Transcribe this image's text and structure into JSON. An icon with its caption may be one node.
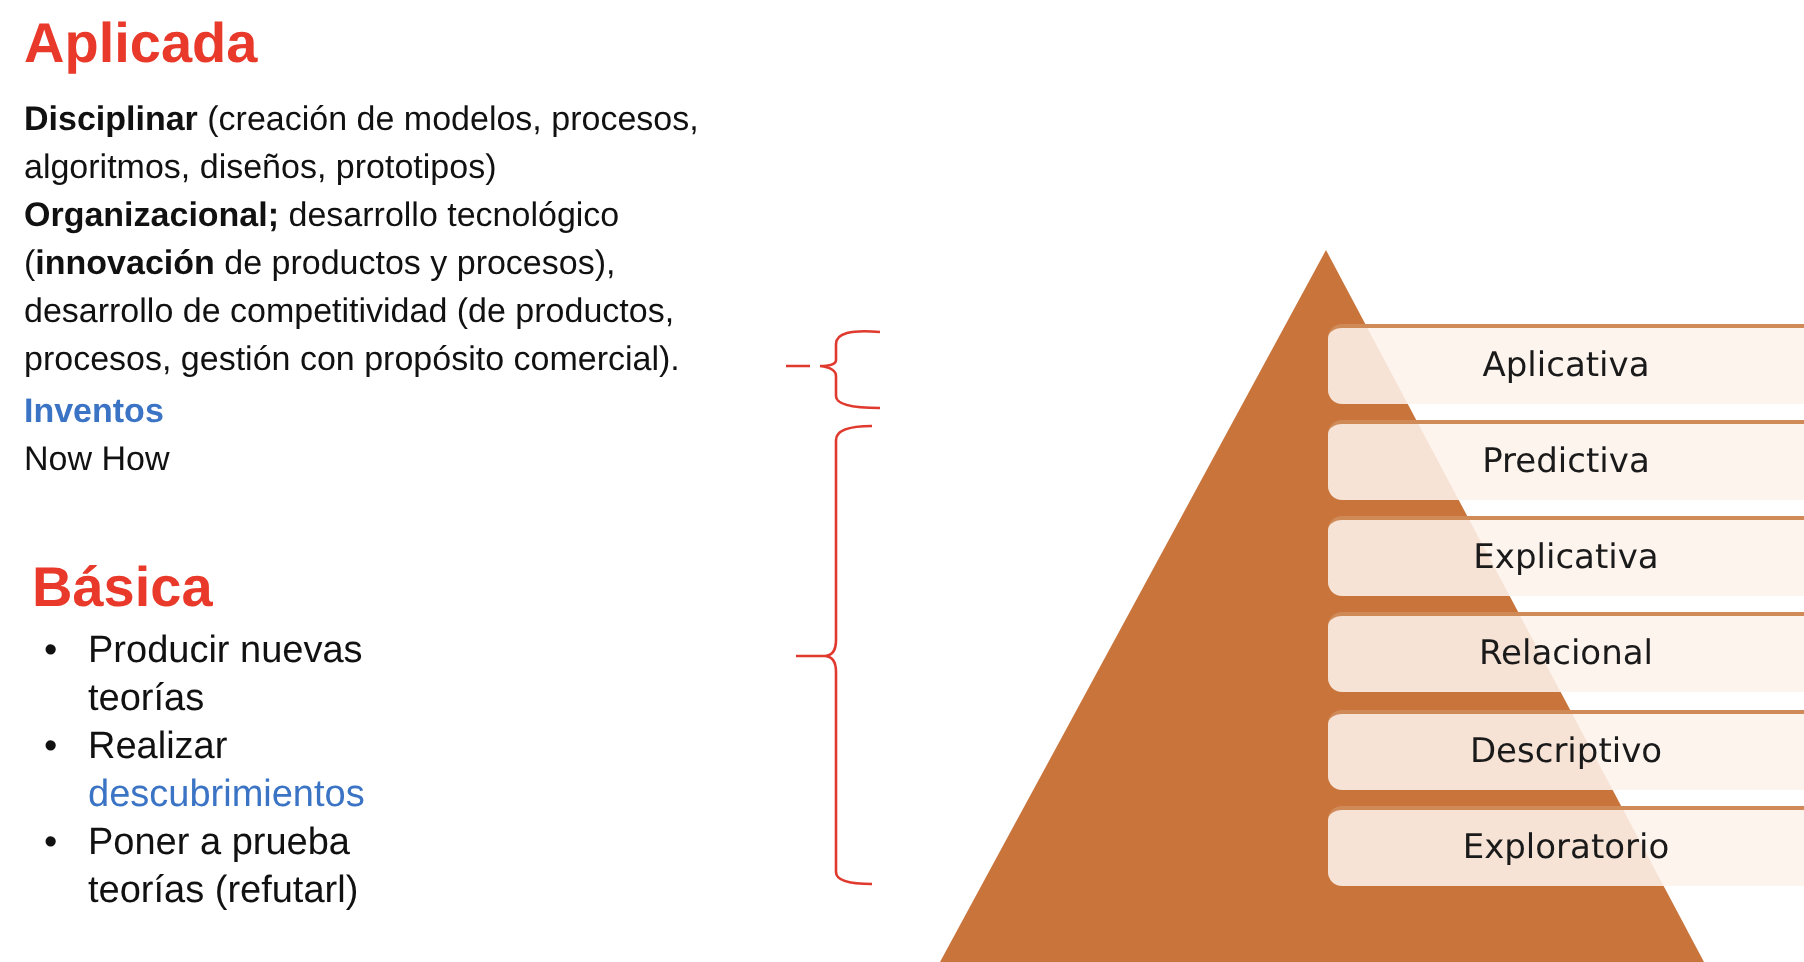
{
  "diagram": {
    "nodes": [
      {
        "text": [
          "Aplicativa"
        ]
      },
      {
        "text": [
          "Predictiva"
        ]
      },
      {
        "text": [
          "Explicativa"
        ]
      },
      {
        "text": [
          "Relacional"
        ]
      },
      {
        "text": [
          "Descriptivo"
        ]
      },
      {
        "text": [
          "Exploratorio"
        ]
      }
    ],
    "labels": [
      "Aplicada",
      "**Disciplinar** (creación de modelos, procesos, algoritmos, diseños, prototipos)",
      "**Organizacional;** desarrollo tecnológico (**innovación** de productos y procesos), desarrollo de competitividad (de productos, procesos, gestión con propósito comercial).",
      "Inventos",
      "Now How",
      "Básica",
      "•",
      "Producir nuevas teorías",
      "•",
      "Realizar descubrimientos",
      "•",
      "Poner a prueba teorías (refutarl)"
    ]
  }
}
